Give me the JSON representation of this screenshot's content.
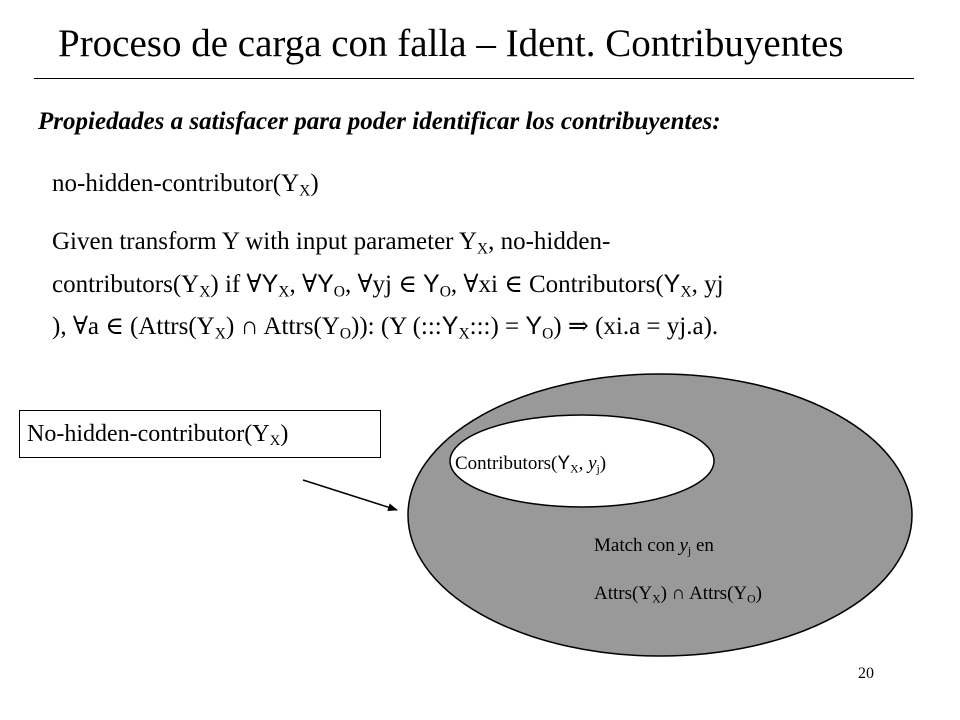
{
  "slide": {
    "title": "Proceso de carga con falla – Ident. Contribuyentes",
    "subtitle": "Propiedades a satisfacer para poder identificar los contribuyentes:",
    "definition_name": {
      "text": "no-hidden-contributor(Y",
      "sub": "X",
      "close": ")"
    },
    "body": {
      "line1": {
        "a": "Given transform Y with input parameter Y",
        "a_sub": "X",
        "b": ", no-hidden-"
      },
      "line2": {
        "a": "contributors(Y",
        "a_sub": "X",
        "b": ") if ∀",
        "y1": "Y",
        "y1_sub": "X",
        "c": ", ∀",
        "y2": "Y",
        "y2_sub": "O",
        "d": ", ∀yj ∈ ",
        "y3": "Y",
        "y3_sub": "O",
        "e": ", ∀xi ∈ Contributors(",
        "y4": "Y",
        "y4_sub": "X",
        "f": ", yj"
      },
      "line3": {
        "a": "), ∀a ∈ (Attrs(Y",
        "a_sub": "X",
        "b": ") ∩ Attrs(Y",
        "b_sub": "O",
        "c": ")): (Y (:::",
        "y1": "Y",
        "y1_sub": "X",
        "d": ":::) = ",
        "y2": "Y",
        "y2_sub": "O",
        "e": ") ⇒ (xi.a = yj.a)."
      }
    },
    "diagram": {
      "label_box": {
        "text": "No-hidden-contributor(Y",
        "sub": "X",
        "close": ")"
      },
      "inner_label": {
        "a": "Contributors(",
        "y": "Y",
        "y_sub": "X",
        "b": ", ",
        "yj": "y",
        "yj_sub": "j",
        "close": ")"
      },
      "match_line_1": {
        "a": "Match con ",
        "yj": "y",
        "yj_sub": "j",
        "b": " en"
      },
      "match_line_2": {
        "a": "Attrs(Y",
        "a_sub": "X",
        "b": ") ∩ Attrs(Y",
        "b_sub": "O",
        "close": ")"
      },
      "colors": {
        "outer_fill": "#999999",
        "inner_fill": "#ffffff",
        "stroke": "#000000"
      }
    },
    "page_number": "20"
  }
}
